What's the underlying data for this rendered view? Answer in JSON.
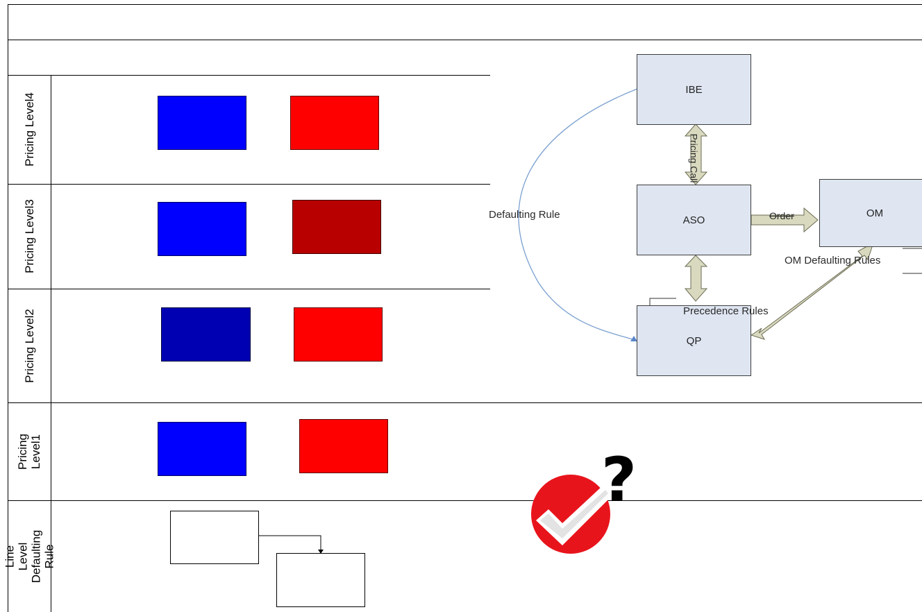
{
  "lanes": [
    {
      "label": "Pricing Level4"
    },
    {
      "label": "Pricing Level3"
    },
    {
      "label": "Pricing Level2"
    },
    {
      "label": "Pricing Level1"
    },
    {
      "label": "Line Level Defaulting Rule"
    }
  ],
  "diagram": {
    "ibe": "IBE",
    "aso": "ASO",
    "om": "OM",
    "qp": "QP",
    "pricing_call": "Pricing Call",
    "order": "Order",
    "defaulting_rule": "Defaulting Rule",
    "om_defaulting_rules": "OM Defaulting Rules",
    "precedence_rules": "Precedence Rules"
  },
  "colors": {
    "blue": "#0000ff",
    "dark_blue": "#0000b2",
    "red": "#ff0000",
    "dark_red": "#b80000",
    "diagram_box_fill": "#dfe6f2",
    "arrow_fill": "#d9d9bf",
    "check_red": "#e8141c"
  },
  "icons": [
    "check-mark-icon",
    "question-mark-icon"
  ]
}
